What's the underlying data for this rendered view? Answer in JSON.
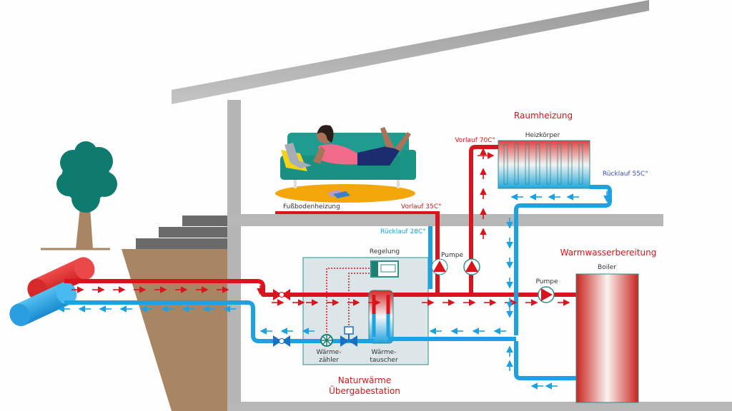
{
  "title": "Naturwärme Übergabestation",
  "colors": {
    "hot": "#d9141c",
    "cold": "#1ea1e0",
    "wall": "#b7b7b7",
    "earth": "#a88664",
    "tree": "#0f7a6e",
    "frame": "#2d8f8a",
    "station_bg": "#dce6e9",
    "rug": "#f2a60a",
    "sofa": "#1f9c8f"
  },
  "labels": {
    "raumheizung": "Raumheizung",
    "heizkoerper": "Heizkörper",
    "vorlauf_70": "Vorlauf 70C°",
    "ruecklauf_55": "Rücklauf 55C°",
    "fussbodenheizung": "Fußbodenheizung",
    "vorlauf_35": "Vorlauf 35C°",
    "ruecklauf_28": "Rücklauf 28C°",
    "regelung": "Regelung",
    "pumpe_1": "Pumpe",
    "pumpe_2": "Pumpe",
    "warmwasser": "Warmwasserbereitung",
    "boiler": "Boiler",
    "waermezaehler": [
      "Wärme-",
      "zähler"
    ],
    "waermetauscher": [
      "Wärme-",
      "tauscher"
    ],
    "station": [
      "Naturwärme",
      "Übergabestation"
    ]
  }
}
